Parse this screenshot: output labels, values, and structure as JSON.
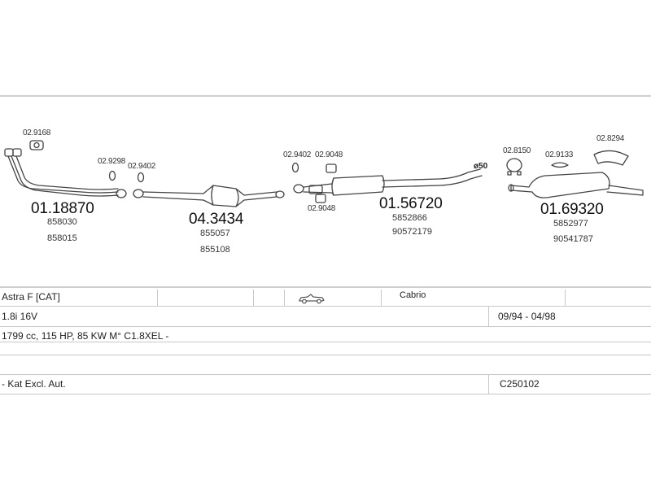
{
  "parts": {
    "p1": {
      "ref": "02.9168",
      "code": "01.18870",
      "oem1": "858030",
      "oem2": "858015"
    },
    "p2": {
      "ref_a": "02.9298",
      "ref_b": "02.9402"
    },
    "p3": {
      "code": "04.3434",
      "oem1": "855057",
      "oem2": "855108"
    },
    "p4": {
      "ref_a": "02.9402",
      "ref_b": "02.9048",
      "ref_c": "02.9048"
    },
    "p5": {
      "code": "01.56720",
      "oem1": "5852866",
      "oem2": "90572179"
    },
    "diameter": "ø50",
    "p6": {
      "ref_a": "02.8150",
      "ref_b": "02.9133",
      "ref_c": "02.8294"
    },
    "p7": {
      "code": "01.69320",
      "oem1": "5852977",
      "oem2": "90541787"
    }
  },
  "vehicle": {
    "model": "Astra F  [CAT]",
    "body": "Cabrio",
    "engine": "1.8i 16V",
    "period": "09/94 - 04/98",
    "specs": "1799 cc, 115 HP, 85 KW M° C1.8XEL -",
    "note": "- Kat Excl. Aut.",
    "catalog_code": "C250102"
  },
  "icons": {
    "car": "convertible-car-icon"
  },
  "colors": {
    "line": "#444444",
    "rule": "#cfcfcf"
  }
}
